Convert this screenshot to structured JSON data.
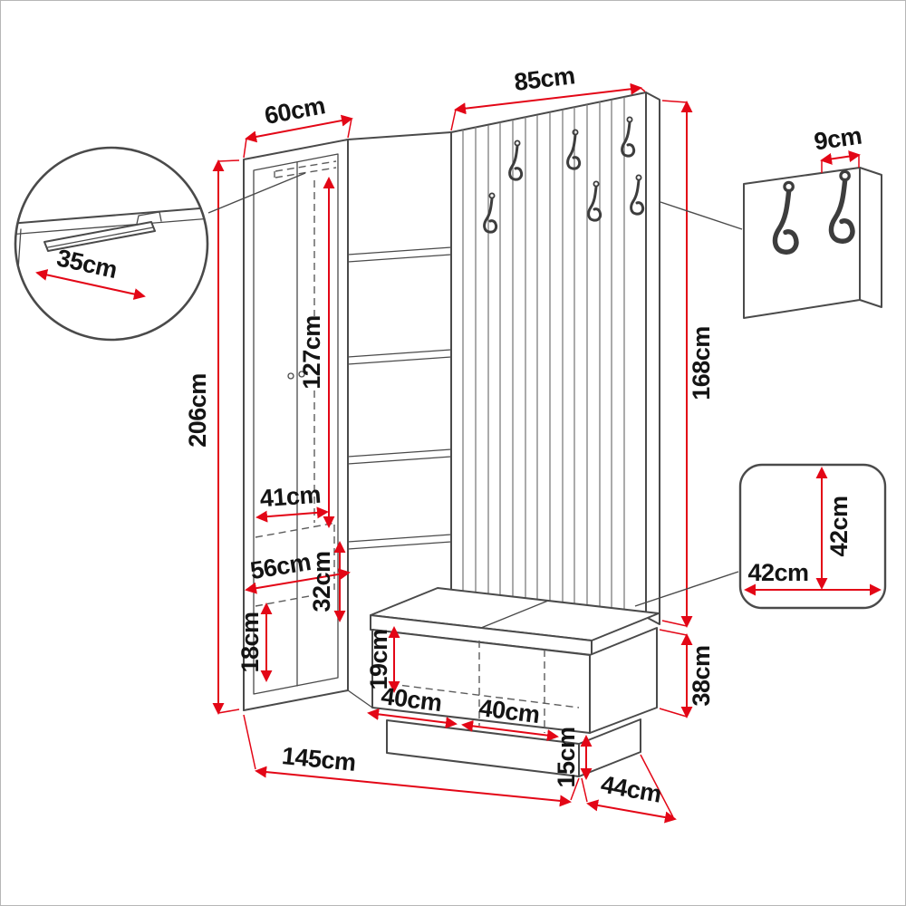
{
  "diagram": {
    "kind": "hallway-furniture-dimension-drawing",
    "units": "cm"
  },
  "dims": {
    "wardrobe_width": "60cm",
    "panel_width": "85cm",
    "hook_panel_depth": "9cm",
    "rail_length": "35cm",
    "total_height": "206cm",
    "hanging_height": "127cm",
    "inner_width": "41cm",
    "shelf_width": "56cm",
    "niche_height": "32cm",
    "bottom_compartment_height": "18cm",
    "bench_inner_height": "19cm",
    "seat1_width": "40cm",
    "seat2_width": "40cm",
    "panel_height": "168cm",
    "seat_detail_depth": "42cm",
    "seat_detail_width": "42cm",
    "bench_height": "38cm",
    "plinth_height": "15cm",
    "total_width": "145cm",
    "bench_depth": "44cm"
  }
}
